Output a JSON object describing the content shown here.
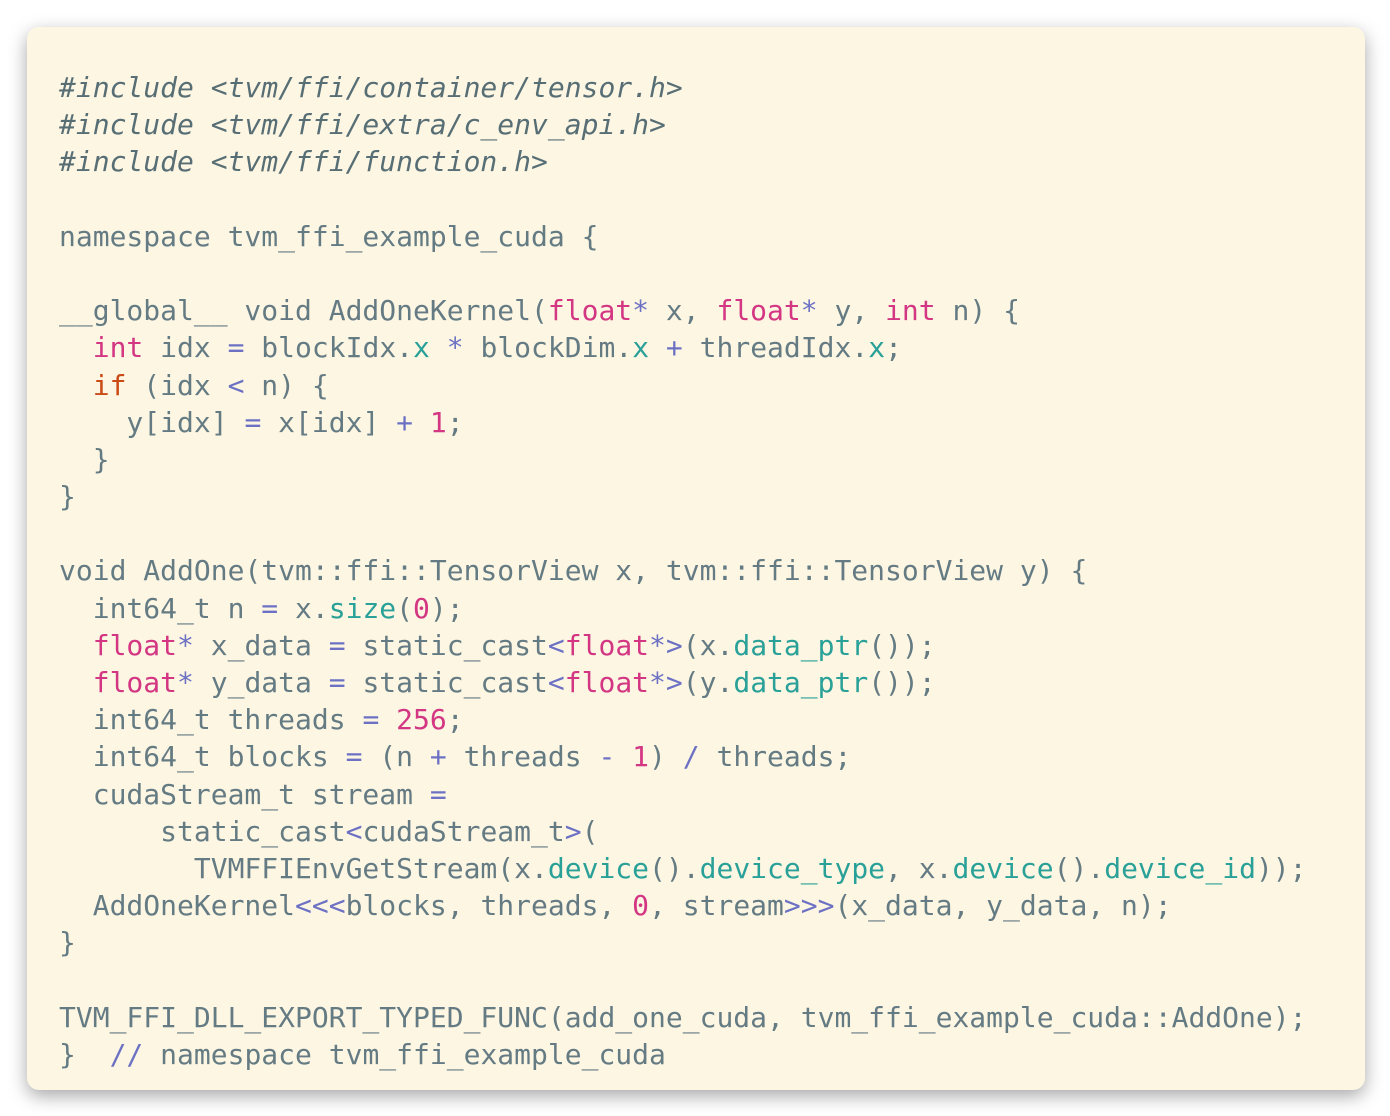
{
  "code": {
    "language": "cuda",
    "lines": [
      [
        [
          "c",
          "#include <tvm/ffi/container/tensor.h>"
        ]
      ],
      [
        [
          "c",
          "#include <tvm/ffi/extra/c_env_api.h>"
        ]
      ],
      [
        [
          "c",
          "#include <tvm/ffi/function.h>"
        ]
      ],
      [],
      [
        [
          "t",
          "namespace tvm_ffi_example_cuda {"
        ]
      ],
      [],
      [
        [
          "t",
          "__global__ void AddOneKernel("
        ],
        [
          "p",
          "float"
        ],
        [
          "v",
          "*"
        ],
        [
          "t",
          " x, "
        ],
        [
          "p",
          "float"
        ],
        [
          "v",
          "*"
        ],
        [
          "t",
          " y, "
        ],
        [
          "p",
          "int"
        ],
        [
          "t",
          " n) {"
        ]
      ],
      [
        [
          "t",
          "  "
        ],
        [
          "p",
          "int"
        ],
        [
          "t",
          " idx "
        ],
        [
          "v",
          "="
        ],
        [
          "t",
          " blockIdx."
        ],
        [
          "g",
          "x"
        ],
        [
          "t",
          " "
        ],
        [
          "v",
          "*"
        ],
        [
          "t",
          " blockDim."
        ],
        [
          "g",
          "x"
        ],
        [
          "t",
          " "
        ],
        [
          "v",
          "+"
        ],
        [
          "t",
          " threadIdx."
        ],
        [
          "g",
          "x"
        ],
        [
          "t",
          ";"
        ]
      ],
      [
        [
          "t",
          "  "
        ],
        [
          "o",
          "if"
        ],
        [
          "t",
          " (idx "
        ],
        [
          "v",
          "<"
        ],
        [
          "t",
          " n) {"
        ]
      ],
      [
        [
          "t",
          "    y[idx] "
        ],
        [
          "v",
          "="
        ],
        [
          "t",
          " x[idx] "
        ],
        [
          "v",
          "+"
        ],
        [
          "t",
          " "
        ],
        [
          "p",
          "1"
        ],
        [
          "t",
          ";"
        ]
      ],
      [
        [
          "t",
          "  }"
        ]
      ],
      [
        [
          "t",
          "}"
        ]
      ],
      [],
      [
        [
          "t",
          "void AddOne(tvm::ffi::TensorView x, tvm::ffi::TensorView y) {"
        ]
      ],
      [
        [
          "t",
          "  int64_t n "
        ],
        [
          "v",
          "="
        ],
        [
          "t",
          " x."
        ],
        [
          "g",
          "size"
        ],
        [
          "t",
          "("
        ],
        [
          "p",
          "0"
        ],
        [
          "t",
          ");"
        ]
      ],
      [
        [
          "t",
          "  "
        ],
        [
          "p",
          "float"
        ],
        [
          "v",
          "*"
        ],
        [
          "t",
          " x_data "
        ],
        [
          "v",
          "="
        ],
        [
          "t",
          " static_cast"
        ],
        [
          "v",
          "<"
        ],
        [
          "p",
          "float"
        ],
        [
          "v",
          "*>"
        ],
        [
          "t",
          "(x."
        ],
        [
          "g",
          "data_ptr"
        ],
        [
          "t",
          "());"
        ]
      ],
      [
        [
          "t",
          "  "
        ],
        [
          "p",
          "float"
        ],
        [
          "v",
          "*"
        ],
        [
          "t",
          " y_data "
        ],
        [
          "v",
          "="
        ],
        [
          "t",
          " static_cast"
        ],
        [
          "v",
          "<"
        ],
        [
          "p",
          "float"
        ],
        [
          "v",
          "*>"
        ],
        [
          "t",
          "(y."
        ],
        [
          "g",
          "data_ptr"
        ],
        [
          "t",
          "());"
        ]
      ],
      [
        [
          "t",
          "  int64_t threads "
        ],
        [
          "v",
          "="
        ],
        [
          "t",
          " "
        ],
        [
          "p",
          "256"
        ],
        [
          "t",
          ";"
        ]
      ],
      [
        [
          "t",
          "  int64_t blocks "
        ],
        [
          "v",
          "="
        ],
        [
          "t",
          " (n "
        ],
        [
          "v",
          "+"
        ],
        [
          "t",
          " threads "
        ],
        [
          "v",
          "-"
        ],
        [
          "t",
          " "
        ],
        [
          "p",
          "1"
        ],
        [
          "t",
          ") "
        ],
        [
          "v",
          "/"
        ],
        [
          "t",
          " threads;"
        ]
      ],
      [
        [
          "t",
          "  cudaStream_t stream "
        ],
        [
          "v",
          "="
        ]
      ],
      [
        [
          "t",
          "      static_cast"
        ],
        [
          "v",
          "<"
        ],
        [
          "t",
          "cudaStream_t"
        ],
        [
          "v",
          ">"
        ],
        [
          "t",
          "("
        ]
      ],
      [
        [
          "t",
          "        TVMFFIEnvGetStream(x."
        ],
        [
          "g",
          "device"
        ],
        [
          "t",
          "()."
        ],
        [
          "g",
          "device_type"
        ],
        [
          "t",
          ", x."
        ],
        [
          "g",
          "device"
        ],
        [
          "t",
          "()."
        ],
        [
          "g",
          "device_id"
        ],
        [
          "t",
          "));"
        ]
      ],
      [
        [
          "t",
          "  AddOneKernel"
        ],
        [
          "v",
          "<<<"
        ],
        [
          "t",
          "blocks, threads, "
        ],
        [
          "p",
          "0"
        ],
        [
          "t",
          ", stream"
        ],
        [
          "v",
          ">>>"
        ],
        [
          "t",
          "(x_data, y_data, n);"
        ]
      ],
      [
        [
          "t",
          "}"
        ]
      ],
      [],
      [
        [
          "t",
          "TVM_FFI_DLL_EXPORT_TYPED_FUNC(add_one_cuda, tvm_ffi_example_cuda::AddOne);"
        ]
      ],
      [
        [
          "t",
          "}  "
        ],
        [
          "v",
          "//"
        ],
        [
          "t",
          " namespace tvm_ffi_example_cuda"
        ]
      ]
    ]
  },
  "colors": {
    "background": "#fdf6e3",
    "text": "#657b83",
    "keyword_type": "#d33682",
    "keyword_control": "#cb4b16",
    "member": "#2aa198",
    "operator": "#6c71c4"
  }
}
